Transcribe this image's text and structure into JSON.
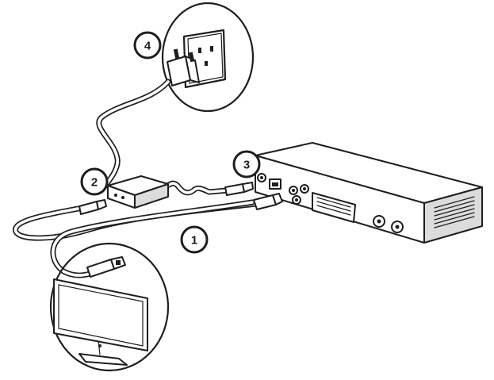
{
  "callouts": {
    "c1": "1",
    "c2": "2",
    "c3": "3",
    "c4": "4"
  },
  "colors": {
    "line": "#1e1e1e",
    "background": "#ffffff",
    "shade": "#dcdcdc"
  }
}
